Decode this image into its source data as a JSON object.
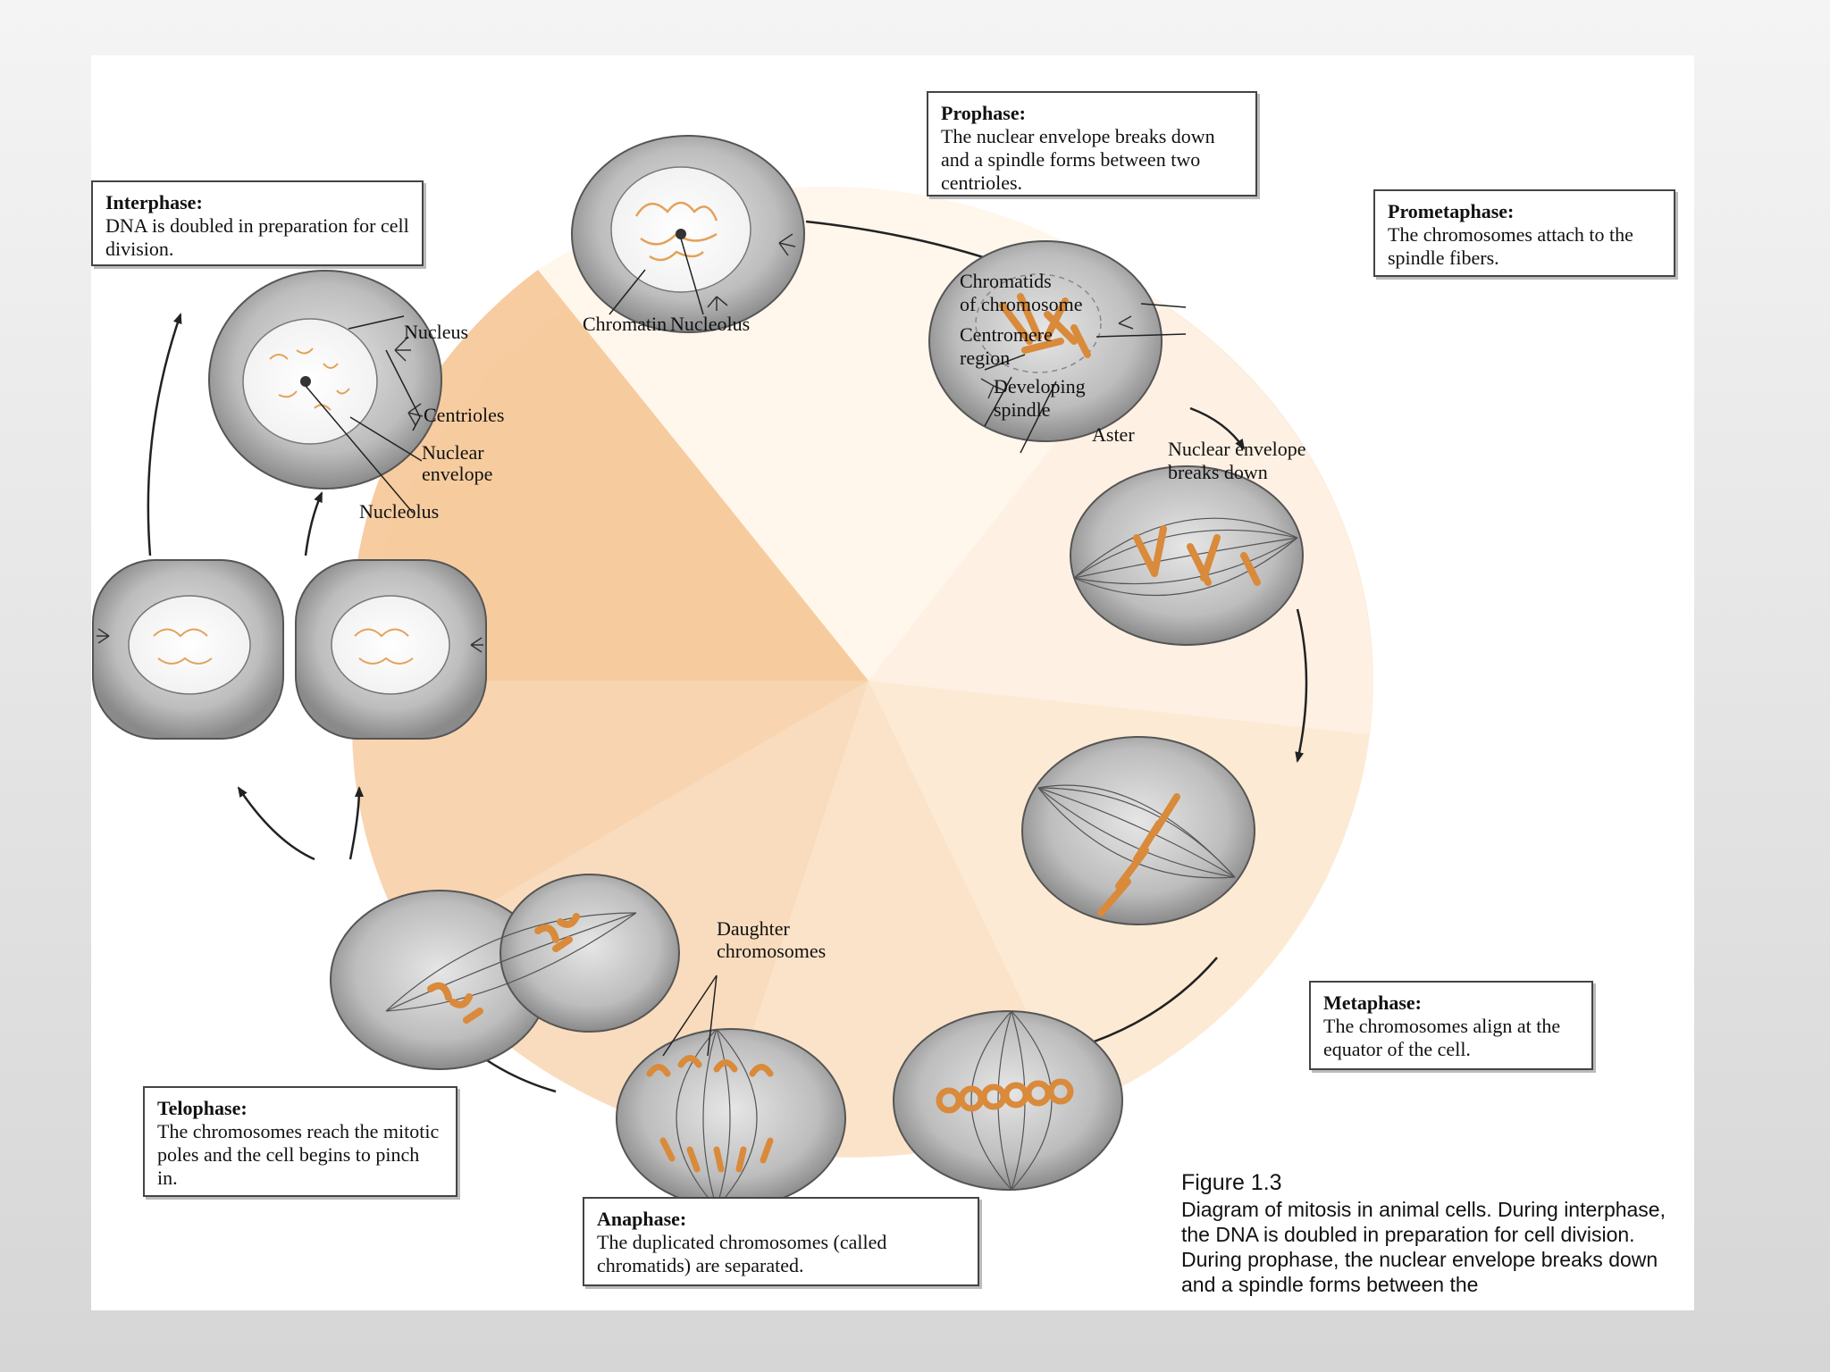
{
  "phases": {
    "interphase": {
      "title": "Interphase:",
      "text": "DNA is doubled in preparation for cell division."
    },
    "prophase": {
      "title": "Prophase:",
      "text": "The nuclear envelope breaks down and a spindle forms between two centrioles."
    },
    "prometaphase": {
      "title": "Prometaphase:",
      "text": "The chromosomes attach to the spindle fibers."
    },
    "metaphase": {
      "title": "Metaphase:",
      "text": "The chromosomes align at the equator of the cell."
    },
    "anaphase": {
      "title": "Anaphase:",
      "text": "The duplicated chromosomes (called chromatids) are separated."
    },
    "telophase": {
      "title": "Telophase:",
      "text": "The chromosomes reach the mitotic poles and the cell begins to pinch in."
    }
  },
  "labels": {
    "nucleus": "Nucleus",
    "centrioles": "Centrioles",
    "nuclear_envelope_1": "Nuclear",
    "nuclear_envelope_2": "envelope",
    "nucleolus_interphase": "Nucleolus",
    "chromatin": "Chromatin",
    "nucleolus_prophase": "Nucleolus",
    "chromatids_1": "Chromatids",
    "chromatids_2": "of chromosome",
    "centromere_1": "Centromere",
    "centromere_2": "region",
    "developing_1": "Developing",
    "developing_2": "spindle",
    "aster": "Aster",
    "envelope_breaks_1": "Nuclear envelope",
    "envelope_breaks_2": "breaks down",
    "daughter_1": "Daughter",
    "daughter_2": "chromosomes"
  },
  "caption": {
    "title": "Figure 1.3",
    "text": "Diagram of mitosis in animal cells. During interphase, the DNA is doubled in preparation for cell division. During prophase, the nuclear envelope breaks down and a spindle forms between the"
  },
  "colors": {
    "cell_outer": "#8f8f8f",
    "cell_inner": "#d9d9d9",
    "chromosome": "#d98a3a",
    "wedge_dark": "#f7d3ad",
    "wedge_light": "#fdf1e2"
  }
}
